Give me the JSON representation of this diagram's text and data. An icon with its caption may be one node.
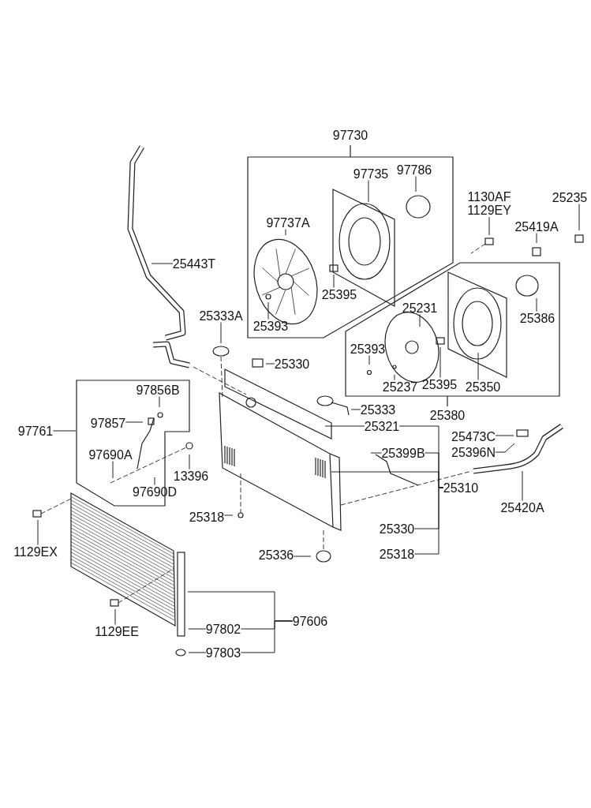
{
  "diagram": {
    "nodes": [
      {
        "text": [
          "97730"
        ]
      },
      {
        "text": [
          "97735"
        ],
        "in": 0
      },
      {
        "text": [
          "97786"
        ],
        "in": 0
      },
      {
        "text": [
          "97737A"
        ],
        "in": 0
      },
      {
        "text": [
          "25395"
        ],
        "in": 0
      },
      {
        "text": [
          "25393"
        ],
        "in": 0
      },
      {
        "text": [
          "25380"
        ]
      },
      {
        "text": [
          "25231"
        ],
        "in": 6
      },
      {
        "text": [
          "25386"
        ],
        "in": 6
      },
      {
        "text": [
          "25393"
        ],
        "in": 6
      },
      {
        "text": [
          "25237"
        ],
        "in": 6
      },
      {
        "text": [
          "25395"
        ],
        "in": 6
      },
      {
        "text": [
          "25350"
        ],
        "in": 6
      },
      {
        "text": [
          "1130AF",
          "1129EY"
        ]
      },
      {
        "text": [
          "25235"
        ]
      },
      {
        "text": [
          "25419A"
        ]
      },
      {
        "text": [
          "25443T"
        ]
      },
      {
        "text": [
          "25333A"
        ]
      },
      {
        "text": [
          "25330"
        ]
      },
      {
        "text": [
          "97761"
        ]
      },
      {
        "text": [],
        "shape": "box"
      },
      {
        "text": [
          "97856B"
        ],
        "in": 20
      },
      {
        "text": [
          "97857"
        ],
        "in": 20
      },
      {
        "text": [
          "97690A"
        ],
        "in": 20
      },
      {
        "text": [
          "97690D"
        ],
        "in": 20
      },
      {
        "text": [
          "13396"
        ]
      },
      {
        "text": [
          "25333"
        ]
      },
      {
        "text": [
          "25321"
        ]
      },
      {
        "text": [
          "25399B"
        ]
      },
      {
        "text": [
          "25310"
        ]
      },
      {
        "text": [
          "25330"
        ]
      },
      {
        "text": [
          "25318"
        ]
      },
      {
        "text": [
          "25318"
        ]
      },
      {
        "text": [
          "25336"
        ]
      },
      {
        "text": [
          "25473C"
        ]
      },
      {
        "text": [
          "25396N"
        ]
      },
      {
        "text": [
          "25420A"
        ]
      },
      {
        "text": [
          "1129EX"
        ]
      },
      {
        "text": [
          "1129EE"
        ]
      },
      {
        "text": [
          "97802"
        ]
      },
      {
        "text": [
          "97803"
        ]
      },
      {
        "text": [
          "97606"
        ]
      }
    ],
    "edges": [
      {
        "from": 1,
        "to": null,
        "arrow": "none"
      },
      {
        "from": 2,
        "to": null,
        "arrow": "none"
      },
      {
        "from": 3,
        "to": null,
        "arrow": "none"
      },
      {
        "from": 4,
        "to": null,
        "arrow": "none"
      },
      {
        "from": 5,
        "to": null,
        "arrow": "none"
      },
      {
        "from": 7,
        "to": null,
        "arrow": "none"
      },
      {
        "from": 8,
        "to": null,
        "arrow": "none"
      },
      {
        "from": 9,
        "to": null,
        "arrow": "none"
      },
      {
        "from": 10,
        "to": null,
        "arrow": "none"
      },
      {
        "from": 11,
        "to": null,
        "arrow": "none"
      },
      {
        "from": 12,
        "to": null,
        "arrow": "none"
      },
      {
        "from": 13,
        "to": null,
        "arrow": "none"
      },
      {
        "from": 14,
        "to": null,
        "arrow": "none"
      },
      {
        "from": 15,
        "to": null,
        "arrow": "none"
      },
      {
        "from": 16,
        "to": null,
        "arrow": "none"
      },
      {
        "from": 17,
        "to": null,
        "arrow": "none"
      },
      {
        "from": 18,
        "to": null,
        "arrow": "none"
      },
      {
        "from": 19,
        "to": 20,
        "arrow": "none"
      },
      {
        "from": 21,
        "to": null,
        "arrow": "none"
      },
      {
        "from": 22,
        "to": null,
        "arrow": "none"
      },
      {
        "from": 23,
        "to": null,
        "arrow": "none"
      },
      {
        "from": 24,
        "to": null,
        "arrow": "none"
      },
      {
        "from": 25,
        "to": null,
        "arrow": "none"
      },
      {
        "from": 26,
        "to": null,
        "arrow": "none"
      },
      {
        "from": 27,
        "to": null,
        "arrow": "none"
      },
      {
        "from": 28,
        "to": null,
        "arrow": "none"
      },
      {
        "from": 29,
        "to": null,
        "arrow": "none"
      },
      {
        "from": 29,
        "to": 27,
        "arrow": "none"
      },
      {
        "from": 29,
        "to": 28,
        "arrow": "none"
      },
      {
        "from": 29,
        "to": 30,
        "arrow": "none"
      },
      {
        "from": 29,
        "to": 31,
        "arrow": "none"
      },
      {
        "from": 32,
        "to": null,
        "arrow": "none"
      },
      {
        "from": 33,
        "to": null,
        "arrow": "none"
      },
      {
        "from": 34,
        "to": null,
        "arrow": "none"
      },
      {
        "from": 35,
        "to": null,
        "arrow": "none"
      },
      {
        "from": 36,
        "to": null,
        "arrow": "none"
      },
      {
        "from": 37,
        "to": null,
        "arrow": "none"
      },
      {
        "from": 38,
        "to": null,
        "arrow": "none"
      },
      {
        "from": 39,
        "to": null,
        "arrow": "none"
      },
      {
        "from": 40,
        "to": null,
        "arrow": "none"
      },
      {
        "from": 41,
        "to": null,
        "arrow": "none"
      },
      {
        "from": 41,
        "to": 39,
        "arrow": "none"
      },
      {
        "from": 41,
        "to": 40,
        "arrow": "none"
      }
    ]
  }
}
